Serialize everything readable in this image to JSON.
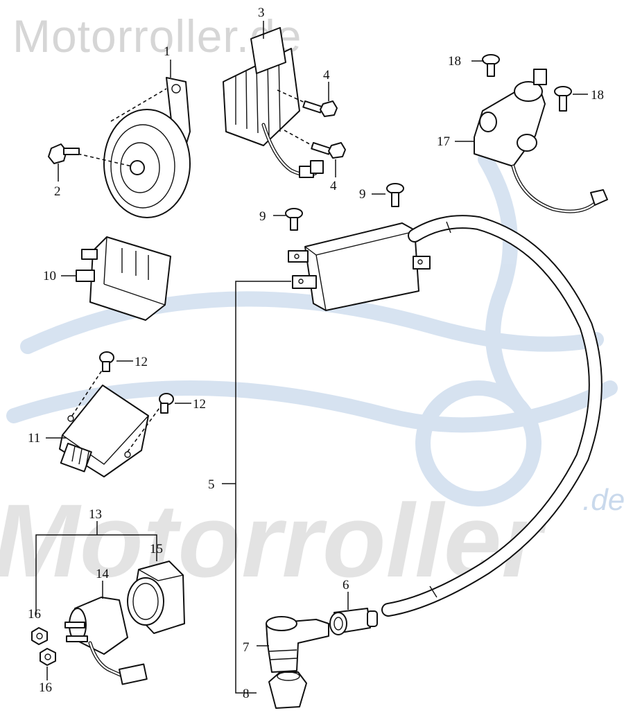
{
  "watermark": {
    "top": "Motorroller.de",
    "bottom": "Motorroller",
    "suffix": ".de"
  },
  "callouts": {
    "horn": "1",
    "horn_bolt": "2",
    "regulator": "3",
    "regulator_bolt_upper": "4",
    "regulator_bolt_lower": "4",
    "ignition_coil": "5",
    "cable_sleeve": "6",
    "plug_cap": "7",
    "cap_seal": "8",
    "coil_screw_left": "9",
    "coil_screw_right": "9",
    "flasher_relay": "10",
    "cdi_unit": "11",
    "cdi_screw_upper": "12",
    "cdi_screw_lower": "12",
    "starter_relay_assembly": "13",
    "starter_relay": "14",
    "relay_holder": "15",
    "relay_nut_upper": "16",
    "relay_nut_lower": "16",
    "sensor_unit": "17",
    "sensor_screw_left": "18",
    "sensor_screw_right": "18"
  },
  "colors": {
    "watermark_text": "#d6d6d6",
    "watermark_logo": "#c9d9ec",
    "line_art": "#111111"
  }
}
